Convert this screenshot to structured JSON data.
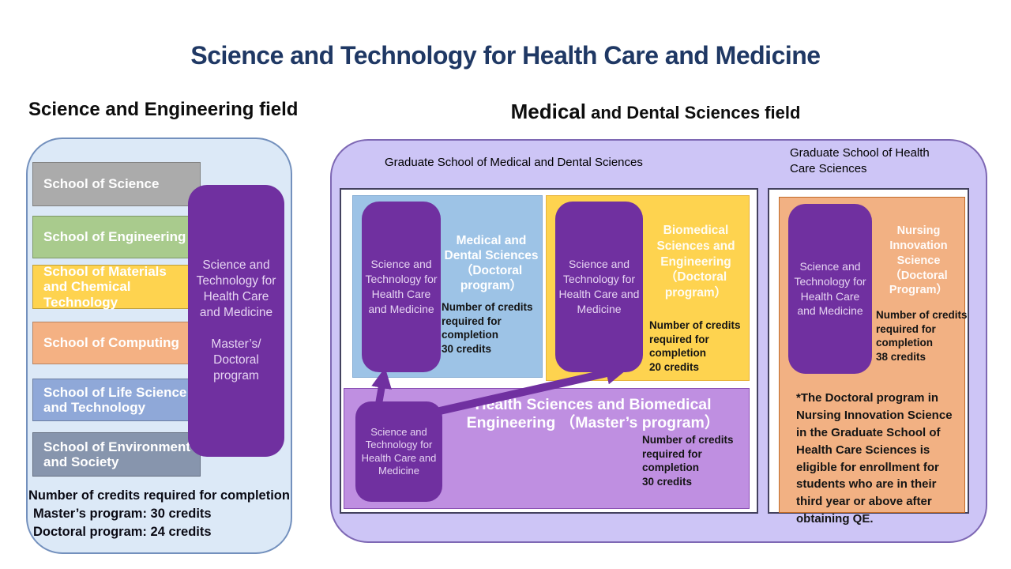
{
  "title": "Science and Technology for Health Care and Medicine",
  "left": {
    "heading": "Science and Engineering field",
    "schools": [
      {
        "name": "School of Science",
        "bg": "#ababab"
      },
      {
        "name": "School of Engineering",
        "bg": "#a9cb8d"
      },
      {
        "name": "School of Materials and Chemical Technology",
        "bg": "#fed34f"
      },
      {
        "name": "School of Computing",
        "bg": "#f4b183"
      },
      {
        "name": "School of Life Science and Technology",
        "bg": "#8fa8d8"
      },
      {
        "name": "School of Environment and Society",
        "bg": "#8795ad"
      }
    ],
    "pill_title": "Science and Technology for Health Care and Medicine",
    "pill_program": "Master’s/ Doctoral program",
    "credits_heading": "Number of credits required for completion",
    "credits_masters": "Master’s program: 30 credits",
    "credits_doctoral": "Doctoral program: 24 credits"
  },
  "right": {
    "heading_bold": "Medical",
    "heading_rest": " and Dental Sciences field",
    "gs_medical_dental_label": "Graduate School of Medical and Dental Sciences",
    "gs_health_care_label": "Graduate School of Health Care Sciences",
    "pill_text": "Science and Technology for Health Care and Medicine",
    "medical_dental": {
      "title": "Medical and Dental Sciences （Doctoral program）",
      "credits_label": "Number of credits required for completion",
      "credits_value": "30 credits"
    },
    "biomedical": {
      "title": "Biomedical Sciences and Engineering （Doctoral program）",
      "credits_label": "Number of credits required for completion",
      "credits_value": "20 credits"
    },
    "health_sciences": {
      "title": "Health Sciences and Biomedical Engineering （Master’s program）",
      "credits_label": "Number of credits required for completion",
      "credits_value": "30 credits"
    },
    "nursing": {
      "title": "Nursing Innovation Science （Doctoral Program）",
      "credits_label": "Number of credits required for completion",
      "credits_value": "38 credits",
      "note": "*The Doctoral program in Nursing Innovation Science in the Graduate School of Health Care Sciences is eligible for enrollment for students who are in their third year or above after obtaining QE."
    }
  },
  "colors": {
    "title_text": "#1f3864",
    "purple_pill": "#7030a0",
    "left_panel_bg": "#dce9f7",
    "lavender_panel_bg": "#cdc5f6",
    "blue_program_bg": "#9dc3e6",
    "yellow_program_bg": "#fed34f",
    "master_program_bg": "#bf8fe1",
    "orange_program_bg": "#f2b183",
    "arrow": "#7030a0"
  }
}
